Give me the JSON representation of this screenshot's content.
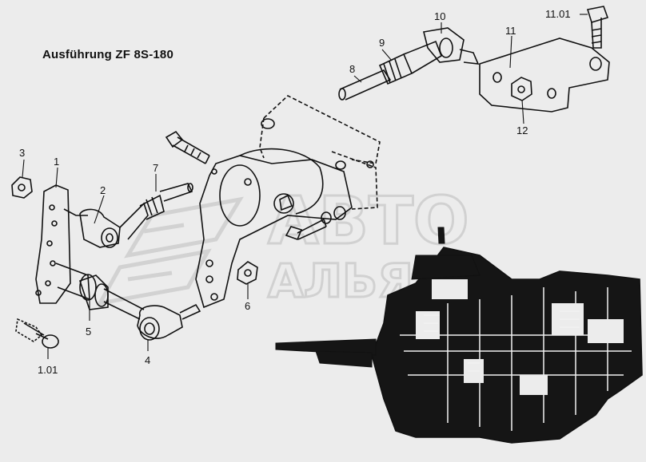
{
  "title": "Ausführung ZF 8S-180",
  "watermark": {
    "line1": "АВТО",
    "line2": "АЛЬЯНС",
    "color": "#d2d2d2"
  },
  "callouts": [
    {
      "id": "1",
      "text": "1"
    },
    {
      "id": "1.01",
      "text": "1.01"
    },
    {
      "id": "2",
      "text": "2"
    },
    {
      "id": "3",
      "text": "3"
    },
    {
      "id": "4",
      "text": "4"
    },
    {
      "id": "5",
      "text": "5"
    },
    {
      "id": "6",
      "text": "6"
    },
    {
      "id": "7",
      "text": "7"
    },
    {
      "id": "8",
      "text": "8"
    },
    {
      "id": "9",
      "text": "9"
    },
    {
      "id": "10",
      "text": "10"
    },
    {
      "id": "11",
      "text": "11"
    },
    {
      "id": "11.01",
      "text": "11.01"
    },
    {
      "id": "12",
      "text": "12"
    }
  ],
  "colors": {
    "line": "#111111",
    "background": "#ececec",
    "fill_dark": "#151515"
  }
}
